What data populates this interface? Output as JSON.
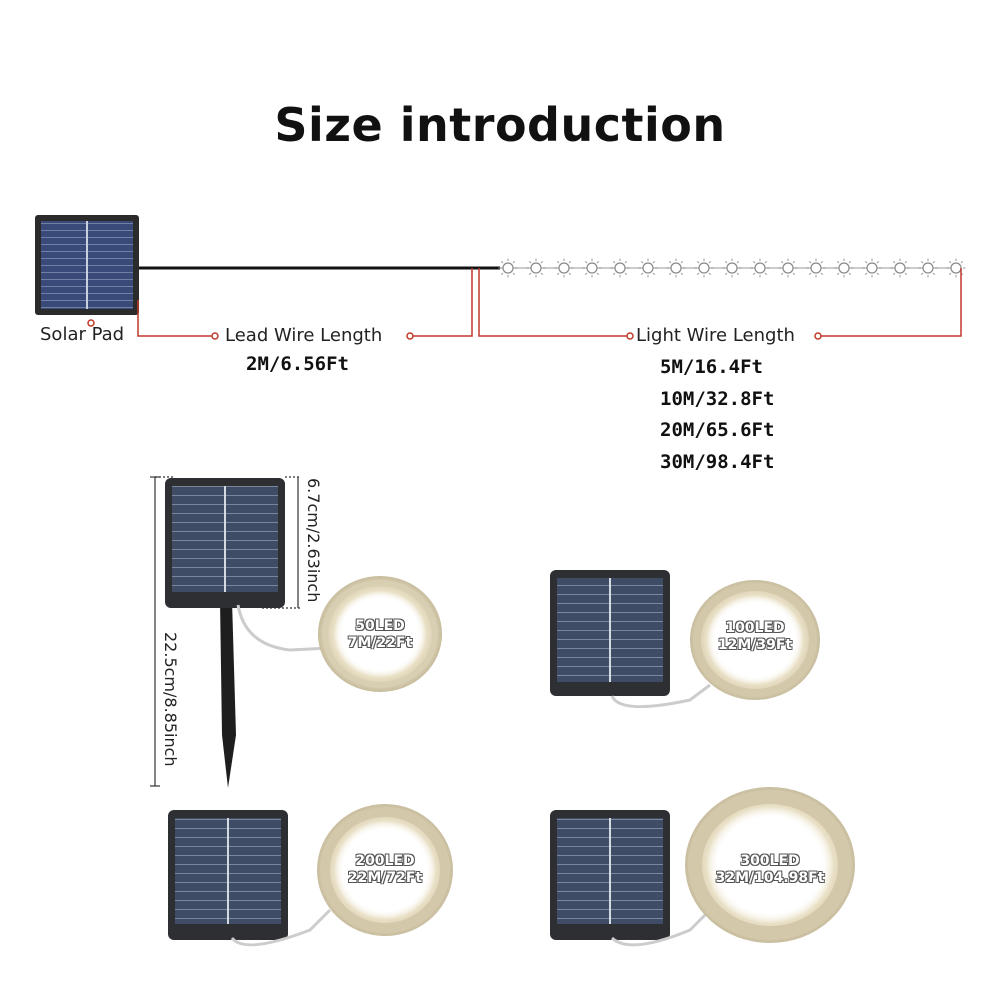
{
  "title": "Size introduction",
  "diagram": {
    "solar_pad_label": "Solar Pad",
    "lead_wire_label": "Lead Wire Length",
    "lead_wire_value": "2M/6.56Ft",
    "light_wire_label": "Light Wire Length",
    "light_wire_values": [
      "5M/16.4Ft",
      "10M/32.8Ft",
      "20M/65.6Ft",
      "30M/98.4Ft"
    ]
  },
  "dimensions": {
    "panel_height": "6.7cm/2.63inch",
    "total_height": "22.5cm/8.85inch"
  },
  "products": [
    {
      "leds": "50LED",
      "length": "7M/22Ft"
    },
    {
      "leds": "100LED",
      "length": "12M/39Ft"
    },
    {
      "leds": "200LED",
      "length": "22M/72Ft"
    },
    {
      "leds": "300LED",
      "length": "32M/104.98Ft"
    }
  ],
  "colors": {
    "wire": "#111111",
    "bracket": "#c0392b",
    "panel": "#3a4a6b",
    "coil": "#d9cfb4"
  }
}
